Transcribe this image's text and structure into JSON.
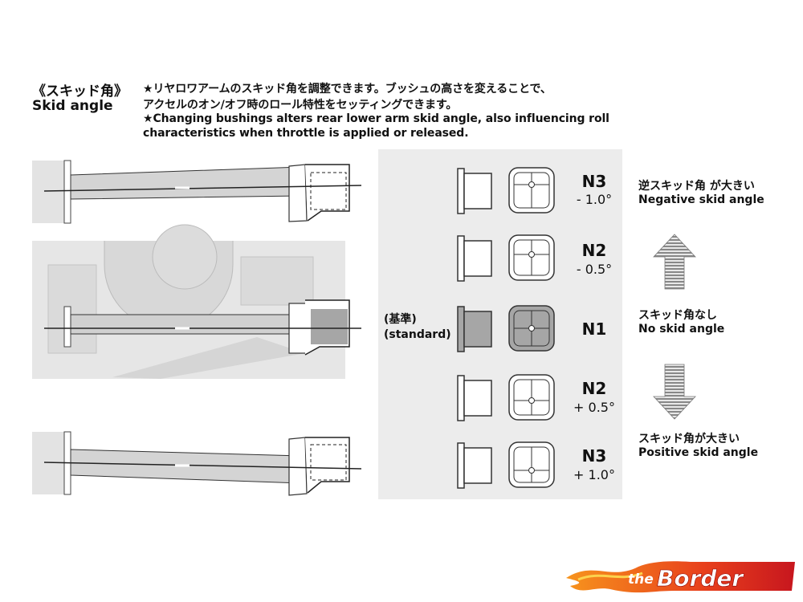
{
  "heading": {
    "title_jp": "《スキッド角》",
    "title_en": "Skid angle",
    "desc_jp_1": "★リヤロワアームのスキッド角を調整できます。ブッシュの高さを変えることで、",
    "desc_jp_2": "アクセルのオン/オフ時のロール特性をセッティングできます。",
    "desc_en_1": "★Changing bushings alters rear lower arm skid angle, also influencing roll",
    "desc_en_2": "characteristics when throttle is applied or released."
  },
  "standard_label": {
    "jp": "(基準)",
    "en": "(standard)"
  },
  "bushings": [
    {
      "code": "N3",
      "angle": "- 1.0°"
    },
    {
      "code": "N2",
      "angle": "- 0.5°"
    },
    {
      "code": "N1",
      "angle": ""
    },
    {
      "code": "N2",
      "angle": "+ 0.5°"
    },
    {
      "code": "N3",
      "angle": "+ 1.0°"
    }
  ],
  "side_labels": {
    "negative_jp": "逆スキッド角 が大きい",
    "negative_en": "Negative skid angle",
    "none_jp": "スキッド角なし",
    "none_en": "No skid angle",
    "positive_jp": "スキッド角が大きい",
    "positive_en": "Positive skid angle"
  },
  "logo": {
    "prefix": "the",
    "name": "Border"
  },
  "colors": {
    "panel": "#ececec",
    "standard_bushing": "#a6a6a6",
    "logo_red": "#e8401c",
    "logo_orange": "#f7941d"
  }
}
